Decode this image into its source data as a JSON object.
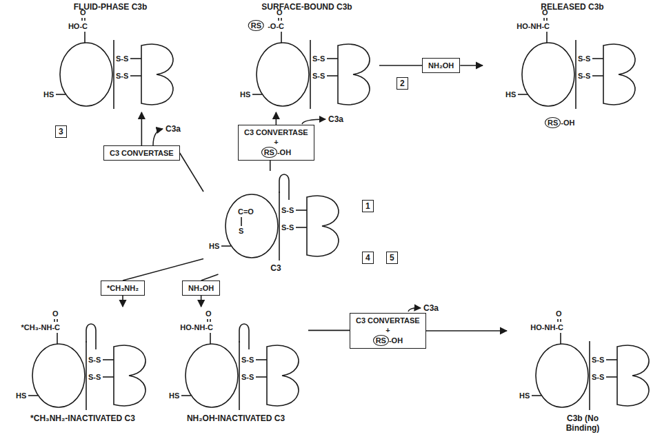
{
  "diagram": {
    "nodes": [
      {
        "text": [
          "FLUID-PHASE C3b",
          "O",
          "HO-C",
          "S-S",
          "S-S",
          "HS"
        ]
      },
      {
        "text": [
          "SURFACE-BOUND C3b",
          "O",
          "RS",
          "-O-C",
          "S-S",
          "S-S",
          "HS"
        ]
      },
      {
        "text": [
          "RELEASED C3b",
          "O",
          "HO-NH-C",
          "S-S",
          "S-S",
          "HS"
        ]
      },
      {
        "text": [
          "RS",
          "-OH"
        ]
      },
      {
        "text": [
          "NH₂OH"
        ]
      },
      {
        "text": [
          "C3 CONVERTASE"
        ]
      },
      {
        "text": [
          "C3 CONVERTASE",
          "+",
          "RS",
          "-OH"
        ]
      },
      {
        "text": [
          "C=O",
          "S",
          "S-S",
          "S-S",
          "HS",
          "C3"
        ]
      },
      {
        "text": [
          "*CH₃NH₂"
        ]
      },
      {
        "text": [
          "NH₂OH"
        ]
      },
      {
        "text": [
          "*CH₃-NH-C",
          "O",
          "S-S",
          "S-S",
          "HS",
          "*CH₃NH₂-INACTIVATED C3"
        ]
      },
      {
        "text": [
          "HO-NH-C",
          "O",
          "S-S",
          "S-S",
          "HS",
          "NH₂OH-INACTIVATED C3"
        ]
      },
      {
        "text": [
          "C3 CONVERTASE",
          "+",
          "RS",
          "-OH"
        ]
      },
      {
        "text": [
          "HO-NH-C",
          "O",
          "S-S",
          "S-S",
          "HS",
          "C3b (No Binding)"
        ]
      }
    ],
    "edges": [
      {
        "from": 7,
        "to": 5,
        "arrow": "none"
      },
      {
        "from": 5,
        "to": 0,
        "arrow": "to"
      },
      {
        "from": 7,
        "to": 6,
        "arrow": "none"
      },
      {
        "from": 6,
        "to": 1,
        "arrow": "to"
      },
      {
        "from": 1,
        "to": 4,
        "arrow": "none"
      },
      {
        "from": 4,
        "to": 2,
        "arrow": "to"
      },
      {
        "from": 7,
        "to": 8,
        "arrow": "none"
      },
      {
        "from": 7,
        "to": 9,
        "arrow": "none"
      },
      {
        "from": 8,
        "to": 10,
        "arrow": "to"
      },
      {
        "from": 9,
        "to": 11,
        "arrow": "to"
      },
      {
        "from": 11,
        "to": 12,
        "arrow": "none"
      },
      {
        "from": 12,
        "to": 13,
        "arrow": "to"
      }
    ],
    "labels": [
      "3",
      "C3a",
      "C3a",
      "2",
      "1",
      "4",
      "5",
      "C3a"
    ]
  }
}
